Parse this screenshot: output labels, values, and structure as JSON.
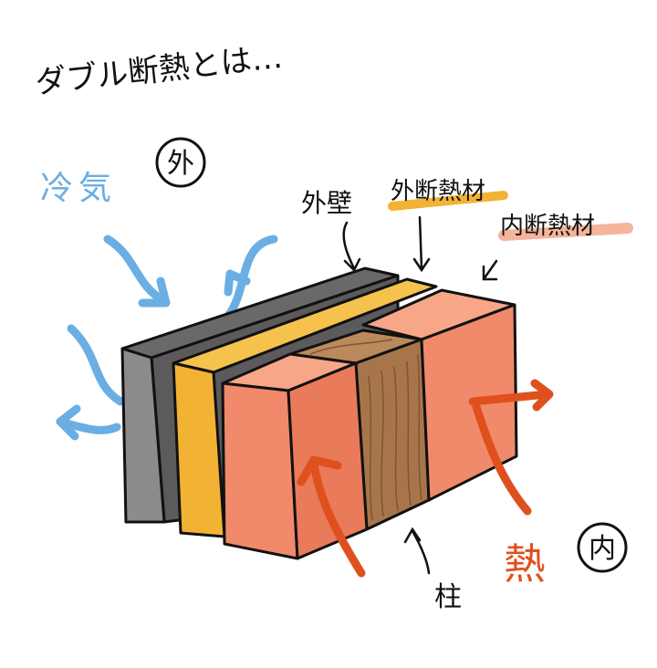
{
  "title": "ダブル断熱とは…",
  "labels": {
    "cold_air": "冷気",
    "outside": "外",
    "outer_wall": "外壁",
    "external_insulation": "外断熱材",
    "internal_insulation": "内断熱材",
    "pillar": "柱",
    "heat": "熱",
    "inside": "内"
  },
  "colors": {
    "cold": "#6aaee3",
    "heat": "#e0501e",
    "wall": "#8c8a8a",
    "external_insulation": "#f2b233",
    "internal_insulation": "#f08a6a",
    "wood": "#a8754a",
    "ink": "#111111"
  }
}
